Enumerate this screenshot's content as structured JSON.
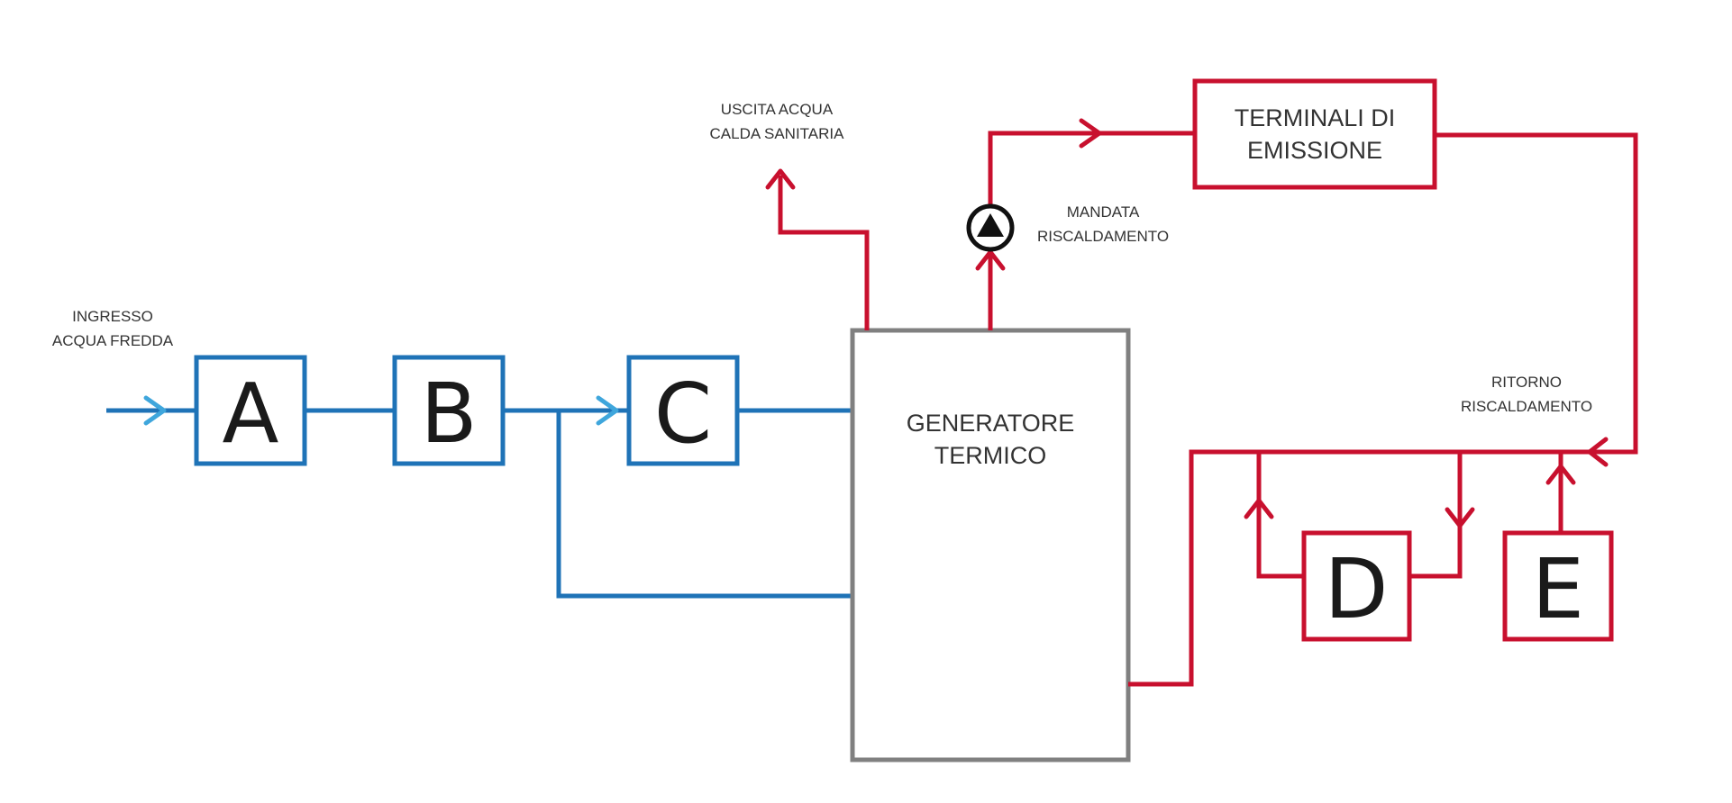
{
  "colors": {
    "cold_line": "#1f73b7",
    "cold_arrow": "#3fa6dc",
    "hot_line": "#c8102e",
    "generator_border": "#808080",
    "text": "#333333"
  },
  "labels": {
    "ingresso_line1": "INGRESSO",
    "ingresso_line2": "ACQUA FREDDA",
    "uscita_line1": "USCITA ACQUA",
    "uscita_line2": "CALDA SANITARIA",
    "mandata_line1": "MANDATA",
    "mandata_line2": "RISCALDAMENTO",
    "ritorno_line1": "RITORNO",
    "ritorno_line2": "RISCALDAMENTO"
  },
  "boxes": {
    "a": "A",
    "b": "B",
    "c": "C",
    "d": "D",
    "e": "E",
    "generator_line1": "GENERATORE",
    "generator_line2": "TERMICO",
    "terminali_line1": "TERMINALI DI",
    "terminali_line2": "EMISSIONE"
  },
  "icons": {
    "pump": "circulation-pump-icon"
  }
}
